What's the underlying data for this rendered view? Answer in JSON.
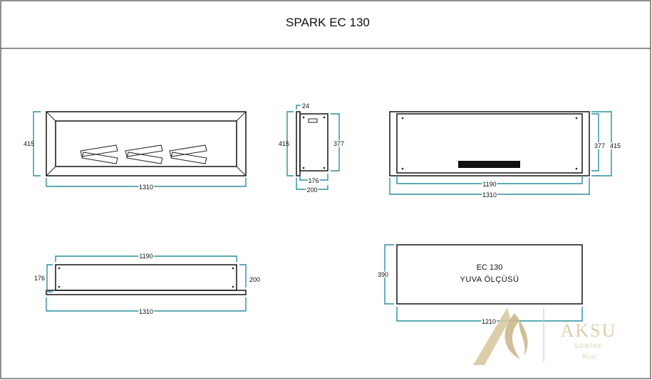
{
  "title": "SPARK EC 130",
  "front_view": {
    "height": "415",
    "width": "1310"
  },
  "side_view": {
    "plate": "24",
    "height_outer": "415",
    "height_inner": "377",
    "depth_inner": "176",
    "depth_outer": "200"
  },
  "back_view": {
    "height_inner": "377",
    "height_outer": "415",
    "width_inner": "1190",
    "width_outer": "1310"
  },
  "top_view": {
    "width_inner": "1190",
    "depth_left": "176",
    "depth_right": "200",
    "width_outer": "1310"
  },
  "niche": {
    "line1": "EC 130",
    "line2": "YUVA ÖLÇÜSÜ",
    "height": "390",
    "width": "1210"
  },
  "logo": {
    "brand": "AKSU",
    "sub": "ŞÖMİNE",
    "tag": "30.yıl"
  },
  "colors": {
    "dimension": "#2a8fa0",
    "logo": "#d9c9a3"
  }
}
